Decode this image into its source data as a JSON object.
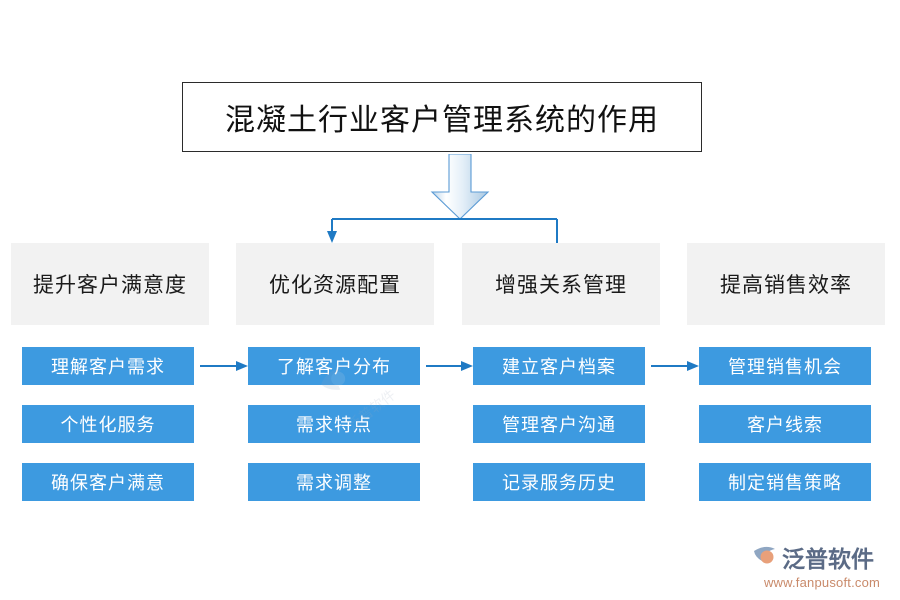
{
  "diagram": {
    "title": "混凝土行业客户管理系统的作用",
    "columns": [
      {
        "header": "提升客户满意度",
        "items": [
          "理解客户需求",
          "个性化服务",
          "确保客户满意"
        ]
      },
      {
        "header": "优化资源配置",
        "items": [
          "了解客户分布",
          "需求特点",
          "需求调整"
        ]
      },
      {
        "header": "增强关系管理",
        "items": [
          "建立客户档案",
          "管理客户沟通",
          "记录服务历史"
        ]
      },
      {
        "header": "提高销售效率",
        "items": [
          "管理销售机会",
          "客户线索",
          "制定销售策略"
        ]
      }
    ]
  },
  "colors": {
    "item_blue": "#3d9ae0",
    "header_gray": "#f2f2f2",
    "connector_blue": "#1f7ac4",
    "arrow_fill": "#dce9f6",
    "title_border": "#2b2b2b",
    "logo_text": "#5b6b86",
    "logo_url": "#c98a6a"
  },
  "watermark": {
    "text": "泛普软件"
  },
  "logo": {
    "name": "泛普软件",
    "url": "www.fanpusoft.com",
    "mark": "fanpu-logo-icon"
  }
}
